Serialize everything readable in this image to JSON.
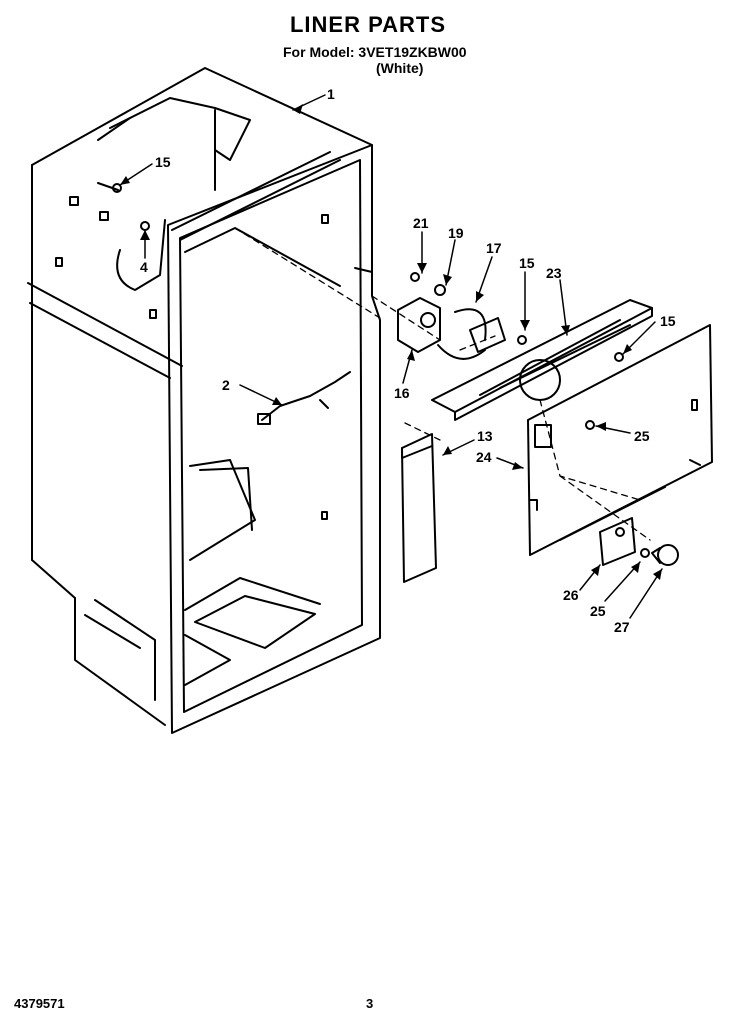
{
  "header": {
    "title": "LINER PARTS",
    "model_line": "For Model: 3VET19ZKBW00",
    "color_line": "(White)"
  },
  "callouts": [
    "1",
    "15",
    "4",
    "2",
    "21",
    "19",
    "17",
    "15",
    "23",
    "15",
    "16",
    "13",
    "24",
    "25",
    "26",
    "25",
    "27"
  ],
  "footer": {
    "doc_number": "4379571",
    "page_number": "3"
  }
}
